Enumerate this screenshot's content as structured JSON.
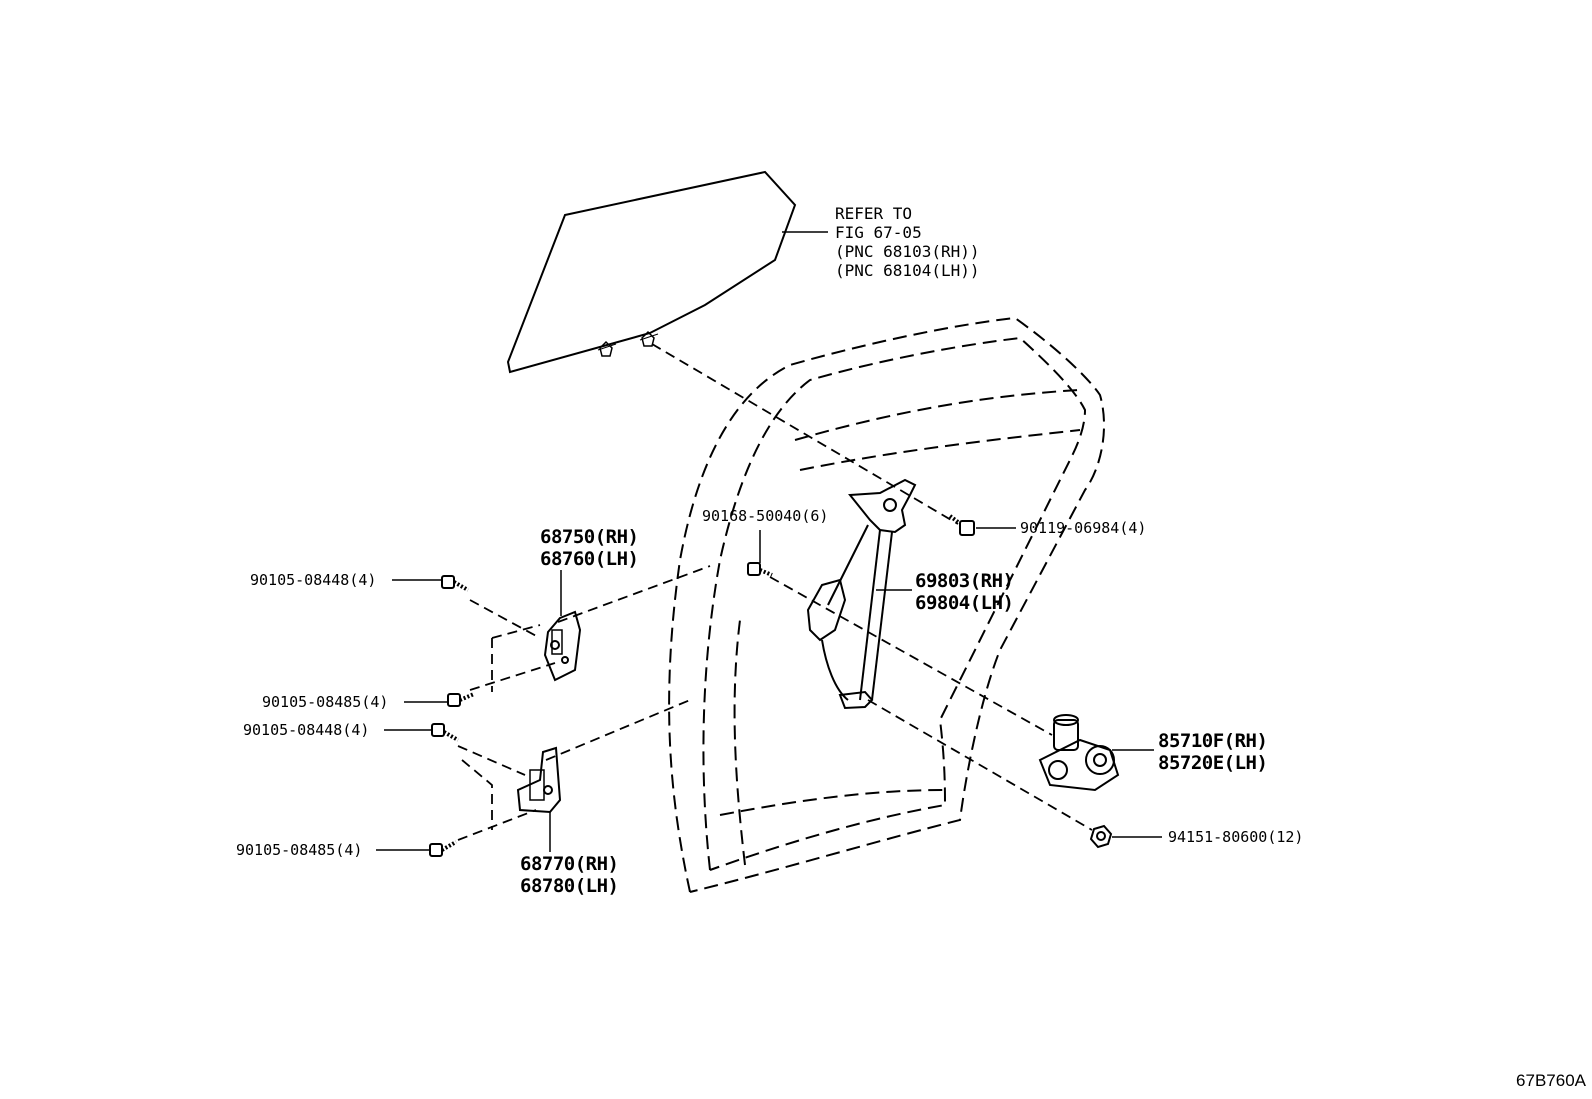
{
  "glass_note": {
    "line1": "REFER TO",
    "line2": "FIG 67-05",
    "line3": "(PNC 68103(RH))",
    "line4": "(PNC 68104(LH))"
  },
  "parts": {
    "upper_hinge_rh": "68750(RH)",
    "upper_hinge_lh": "68760(LH)",
    "lower_hinge_rh": "68770(RH)",
    "lower_hinge_lh": "68780(LH)",
    "regulator_rh": "69803(RH)",
    "regulator_lh": "69804(LH)",
    "motor_rh": "85710F(RH)",
    "motor_lh": "85720E(LH)",
    "bolt_upper_hinge_a": "90105-08448(4)",
    "bolt_upper_hinge_b": "90105-08485(4)",
    "bolt_lower_hinge_a": "90105-08448(4)",
    "bolt_lower_hinge_b": "90105-08485(4)",
    "bolt_regulator": "90168-50040(6)",
    "bolt_glass": "90119-06984(4)",
    "nut_motor": "94151-80600(12)"
  },
  "figure_id": "67B760A"
}
